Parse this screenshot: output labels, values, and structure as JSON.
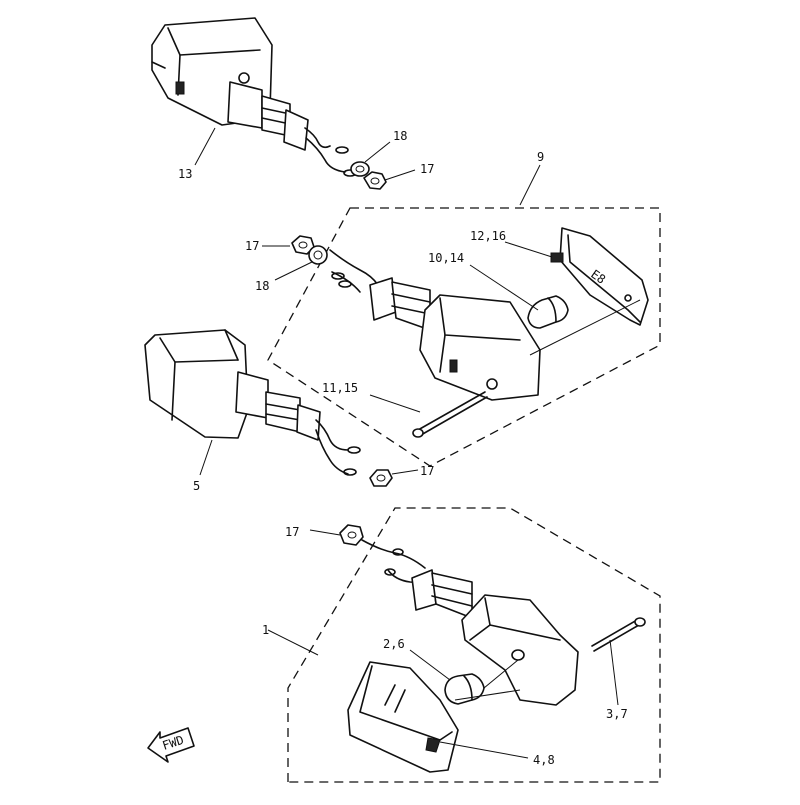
{
  "callouts": {
    "c13": "13",
    "c18_top": "18",
    "c17_top": "17",
    "c9": "9",
    "c17_mid": "17",
    "c18_mid": "18",
    "c12_16": "12,16",
    "c10_14": "10,14",
    "c11_15": "11,15",
    "c5": "5",
    "c17_low": "17",
    "c17_bot": "17",
    "c1": "1",
    "c2_6": "2,6",
    "c3_7": "3,7",
    "c4_8": "4,8"
  },
  "fwd_badge": "FWD",
  "lens_marking": "E8"
}
